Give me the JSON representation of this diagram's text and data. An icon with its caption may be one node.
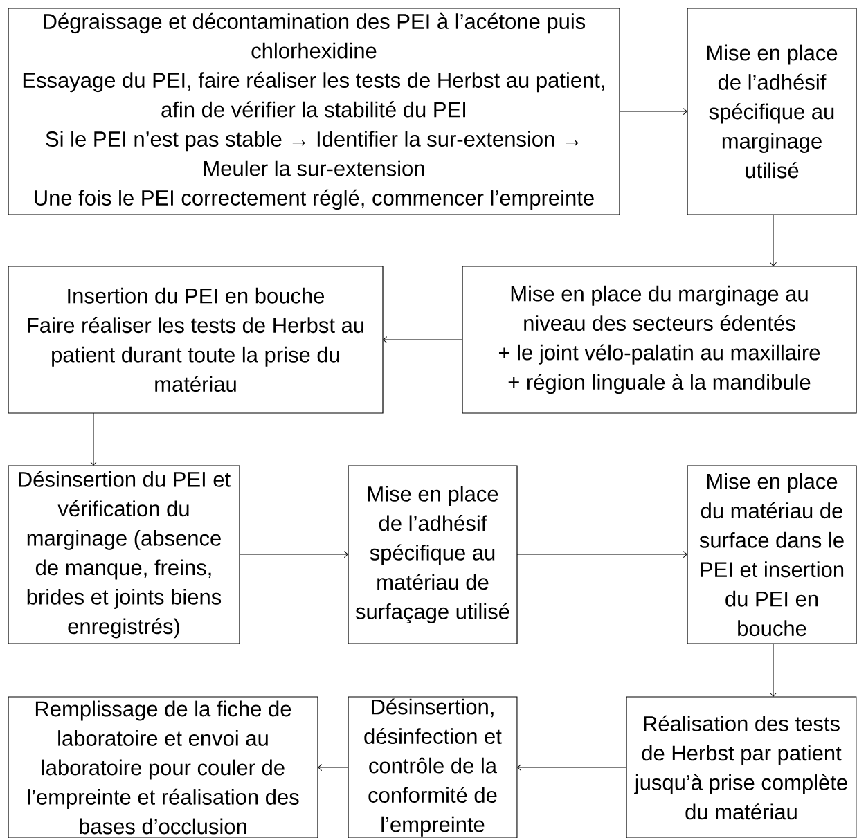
{
  "diagram": {
    "nodes": [
      {
        "text": [
          "Dégraissage et décontamination des PEI à l’acétone puis chlorhexidine",
          "Essayage du PEI, faire réaliser les tests de Herbst au patient, afin de vérifier la stabilité du PEI",
          "Si le PEI n’est pas stable → Identifier la sur-extension → Meuler la sur-extension",
          "Une fois le PEI correctement réglé, commencer l’empreinte"
        ]
      },
      {
        "text": [
          "Mise en place de l’adhésif spécifique au marginage utilisé"
        ]
      },
      {
        "text": [
          "Insertion du PEI en bouche",
          "Faire réaliser les tests de Herbst au patient durant toute la prise du matériau"
        ]
      },
      {
        "text": [
          "Mise en place du marginage au niveau des secteurs édentés",
          "+ le joint vélo-palatin au maxillaire",
          "+ région linguale à la mandibule"
        ]
      },
      {
        "text": [
          "Désinsertion du PEI et vérification du marginage (absence de manque, freins, brides et joints biens enregistrés)"
        ]
      },
      {
        "text": [
          "Mise en place de l’adhésif spécifique au matériau de surfaçage utilisé"
        ]
      },
      {
        "text": [
          "Mise en place du matériau de surface dans le PEI et insertion du PEI en bouche"
        ]
      },
      {
        "text": [
          "Remplissage de la fiche de laboratoire et envoi au laboratoire pour couler de l’empreinte et réalisation des bases d’occlusion"
        ]
      },
      {
        "text": [
          "Désinsertion, désinfection et contrôle de la conformité de l’empreinte"
        ]
      },
      {
        "text": [
          "Réalisation des tests de Herbst par patient jusqu’à prise complète du matériau"
        ]
      }
    ],
    "edges": [
      {
        "from": 0,
        "to": 1,
        "arrow": "to"
      },
      {
        "from": 1,
        "to": 3,
        "arrow": "to"
      },
      {
        "from": 3,
        "to": 2,
        "arrow": "to"
      },
      {
        "from": 2,
        "to": 4,
        "arrow": "to"
      },
      {
        "from": 4,
        "to": 5,
        "arrow": "to"
      },
      {
        "from": 5,
        "to": 6,
        "arrow": "to"
      },
      {
        "from": 6,
        "to": 9,
        "arrow": "to"
      },
      {
        "from": 9,
        "to": 8,
        "arrow": "to"
      },
      {
        "from": 8,
        "to": 7,
        "arrow": "to"
      }
    ]
  }
}
